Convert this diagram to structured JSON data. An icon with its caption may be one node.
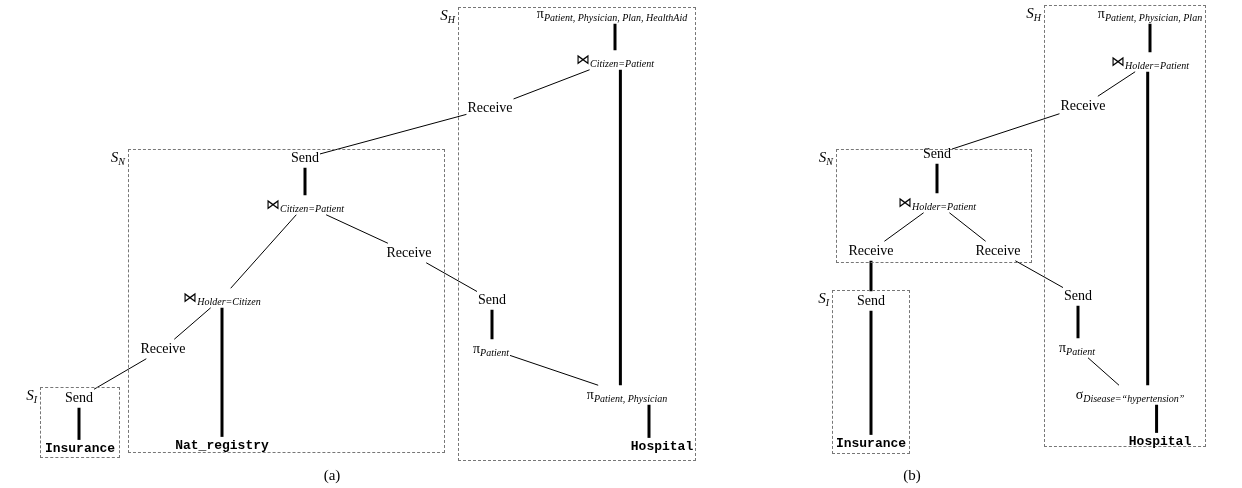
{
  "diagram": {
    "nodes": [
      {
        "text": [
          "S$_{H}$"
        ]
      },
      {
        "text": [
          "π$_{Patient, Physician, Plan, HealthAid}$"
        ],
        "in": 0
      },
      {
        "text": [
          "⋈$_{Citizen=Patient}$"
        ],
        "in": 0
      },
      {
        "text": [
          "Receive"
        ],
        "in": 0
      },
      {
        "text": [
          "S$_{N}$"
        ]
      },
      {
        "text": [
          "Send"
        ],
        "in": 4
      },
      {
        "text": [
          "⋈$_{Citizen=Patient}$"
        ],
        "in": 4
      },
      {
        "text": [
          "Receive"
        ],
        "in": 4
      },
      {
        "text": [
          "Send"
        ],
        "in": 0
      },
      {
        "text": [
          "π$_{Patient}$"
        ],
        "in": 0
      },
      {
        "text": [
          "π$_{Patient, Physician}$"
        ],
        "in": 0
      },
      {
        "text": [
          "Hospital"
        ],
        "in": 0
      },
      {
        "text": [
          "⋈$_{Holder=Citizen}$"
        ],
        "in": 4
      },
      {
        "text": [
          "Receive"
        ],
        "in": 4
      },
      {
        "text": [
          "S$_{I}$"
        ]
      },
      {
        "text": [
          "Send"
        ],
        "in": 14
      },
      {
        "text": [
          "Insurance"
        ],
        "in": 14
      },
      {
        "text": [
          "Nat_registry"
        ],
        "in": 4
      },
      {
        "text": [
          "S$_{H}$"
        ]
      },
      {
        "text": [
          "π$_{Patient, Physician, Plan}$"
        ],
        "in": 18
      },
      {
        "text": [
          "⋈$_{Holder=Patient}$"
        ],
        "in": 18
      },
      {
        "text": [
          "Receive"
        ],
        "in": 18
      },
      {
        "text": [
          "S$_{N}$"
        ]
      },
      {
        "text": [
          "Send"
        ],
        "in": 22
      },
      {
        "text": [
          "⋈$_{Holder=Patient}$"
        ],
        "in": 22
      },
      {
        "text": [
          "Receive"
        ],
        "in": 22
      },
      {
        "text": [
          "Receive"
        ],
        "in": 22
      },
      {
        "text": [
          "S$_{I}$"
        ]
      },
      {
        "text": [
          "Send"
        ],
        "in": 27
      },
      {
        "text": [
          "Insurance"
        ],
        "in": 27
      },
      {
        "text": [
          "Send"
        ],
        "in": 18
      },
      {
        "text": [
          "π$_{Patient}$"
        ],
        "in": 18
      },
      {
        "text": [
          "σ$_{Disease=“hypertension”}$"
        ],
        "in": 18
      },
      {
        "text": [
          "Hospital"
        ],
        "in": 18
      }
    ],
    "edges": [
      {
        "from": 1,
        "to": 2,
        "arrow": "none",
        "style": "thick"
      },
      {
        "from": 2,
        "to": 3,
        "arrow": "none"
      },
      {
        "from": 2,
        "to": 10,
        "arrow": "none",
        "style": "thick"
      },
      {
        "from": 3,
        "to": 5,
        "arrow": "none"
      },
      {
        "from": 5,
        "to": 6,
        "arrow": "none",
        "style": "thick"
      },
      {
        "from": 6,
        "to": 12,
        "arrow": "none"
      },
      {
        "from": 6,
        "to": 7,
        "arrow": "none"
      },
      {
        "from": 7,
        "to": 8,
        "arrow": "none"
      },
      {
        "from": 8,
        "to": 9,
        "arrow": "none",
        "style": "thick"
      },
      {
        "from": 9,
        "to": 10,
        "arrow": "none"
      },
      {
        "from": 10,
        "to": 11,
        "arrow": "none",
        "style": "thick"
      },
      {
        "from": 12,
        "to": 13,
        "arrow": "none"
      },
      {
        "from": 13,
        "to": 15,
        "arrow": "none"
      },
      {
        "from": 15,
        "to": 16,
        "arrow": "none",
        "style": "thick"
      },
      {
        "from": 12,
        "to": 17,
        "arrow": "none",
        "style": "thick"
      },
      {
        "from": 19,
        "to": 20,
        "arrow": "none",
        "style": "thick"
      },
      {
        "from": 20,
        "to": 21,
        "arrow": "none"
      },
      {
        "from": 20,
        "to": 32,
        "arrow": "none",
        "style": "thick"
      },
      {
        "from": 21,
        "to": 23,
        "arrow": "none"
      },
      {
        "from": 23,
        "to": 24,
        "arrow": "none",
        "style": "thick"
      },
      {
        "from": 24,
        "to": 25,
        "arrow": "none"
      },
      {
        "from": 24,
        "to": 26,
        "arrow": "none"
      },
      {
        "from": 25,
        "to": 28,
        "arrow": "none",
        "style": "thick"
      },
      {
        "from": 26,
        "to": 30,
        "arrow": "none"
      },
      {
        "from": 28,
        "to": 29,
        "arrow": "none",
        "style": "thick"
      },
      {
        "from": 30,
        "to": 31,
        "arrow": "none",
        "style": "thick"
      },
      {
        "from": 31,
        "to": 32,
        "arrow": "none"
      },
      {
        "from": 32,
        "to": 33,
        "arrow": "none",
        "style": "thick"
      }
    ],
    "labels": [
      "(a)",
      "(b)"
    ]
  }
}
